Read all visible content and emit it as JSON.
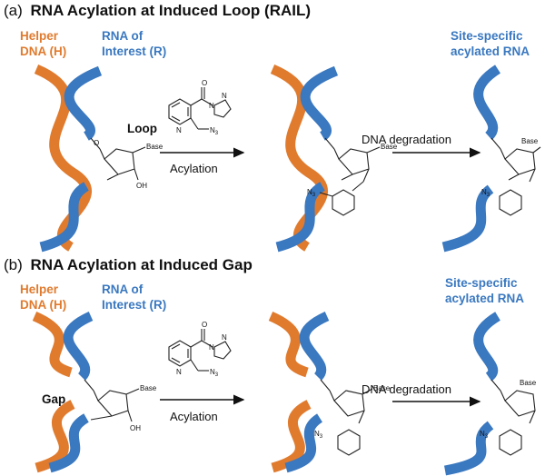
{
  "panel_a": {
    "letter": "(a)",
    "title": "RNA Acylation at Induced Loop (RAIL)",
    "helper_line1": "Helper",
    "helper_line2": "DNA (H)",
    "rna_line1": "RNA of",
    "rna_line2": "Interest (R)",
    "site_line1": "Site-specific",
    "site_line2": "acylated RNA",
    "feature_label": "Loop",
    "step1": "Acylation",
    "step2": "DNA degradation"
  },
  "panel_b": {
    "letter": "(b)",
    "title": "RNA Acylation at Induced Gap",
    "helper_line1": "Helper",
    "helper_line2": "DNA (H)",
    "rna_line1": "RNA of",
    "rna_line2": "Interest (R)",
    "site_line1": "Site-specific",
    "site_line2": "acylated RNA",
    "feature_label": "Gap",
    "step1": "Acylation",
    "step2": "DNA degradation"
  },
  "chem": {
    "base": "Base",
    "oh": "OH",
    "o": "O",
    "n": "N",
    "n3": "N",
    "n3_sub": "3"
  },
  "colors": {
    "helper_dna": "#e07b2e",
    "rna": "#3a78c0"
  }
}
